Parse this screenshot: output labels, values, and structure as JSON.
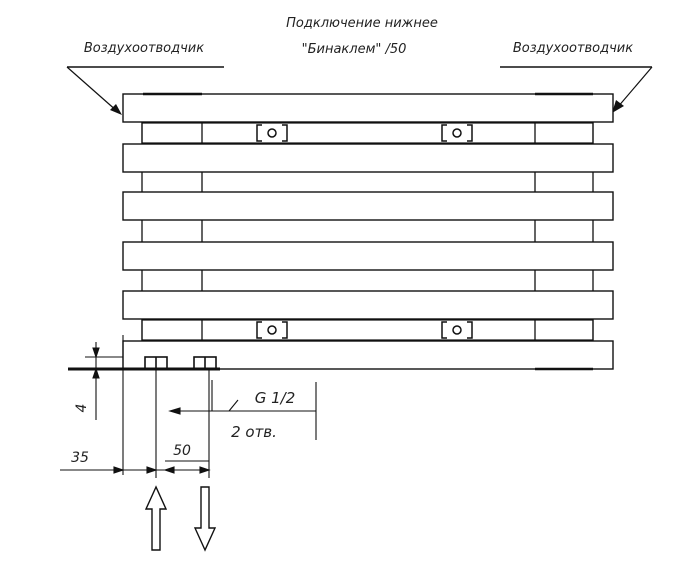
{
  "title": {
    "line1": "Подключение нижнее",
    "line2": "\"Бинаклем\" /50"
  },
  "air_vent_left": "Воздухоотводчик",
  "air_vent_right": "Воздухоотводчик",
  "thread": "G 1/2",
  "holes": "2 отв.",
  "dims": {
    "height": "4",
    "offset": "35",
    "spacing": "50"
  }
}
